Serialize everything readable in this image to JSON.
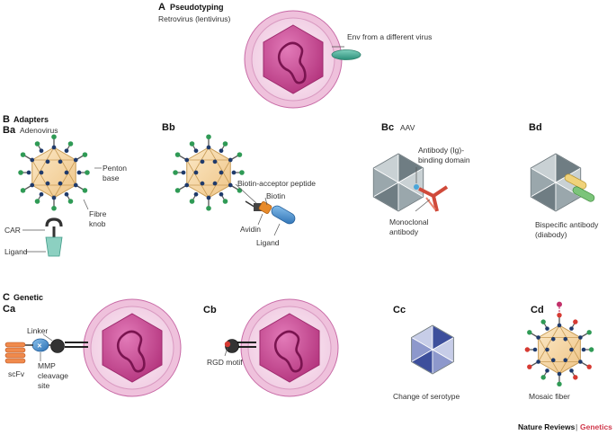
{
  "panelA": {
    "letter": "A",
    "title": "Pseudotyping",
    "subtitle": "Retrovirus (lentivirus)",
    "env_label": "Env from a different virus"
  },
  "panelB": {
    "letter": "B",
    "title": "Adapters",
    "ba": {
      "letter": "Ba",
      "title": "Adenovirus",
      "penton_base": [
        "Penton",
        "base"
      ],
      "fibre_knob": [
        "Fibre",
        "knob"
      ],
      "car": "CAR",
      "ligand": "Ligand"
    },
    "bb": {
      "letter": "Bb",
      "biotin_acceptor": "Biotin-acceptor peptide",
      "biotin": "Biotin",
      "avidin": "Avidin",
      "ligand": "Ligand"
    },
    "bc": {
      "letter": "Bc",
      "title": "AAV",
      "antibody": [
        "Antibody (Ig)-",
        "binding domain"
      ],
      "monoclonal": [
        "Monoclonal",
        "antibody"
      ]
    },
    "bd": {
      "letter": "Bd",
      "bispecific": [
        "Bispecific antibody",
        "(diabody)"
      ]
    }
  },
  "panelC": {
    "letter": "C",
    "title": "Genetic",
    "ca": {
      "letter": "Ca",
      "linker": "Linker",
      "scfv": "scFv",
      "mmp": [
        "MMP",
        "cleavage",
        "site"
      ]
    },
    "cb": {
      "letter": "Cb",
      "rgd": "RGD motif"
    },
    "cc": {
      "letter": "Cc",
      "serotype": "Change of serotype"
    },
    "cd": {
      "letter": "Cd",
      "mosaic": "Mosaic fiber"
    }
  },
  "footer": {
    "journal": "Nature Reviews",
    "separator": "|",
    "section": "Genetics"
  },
  "colors": {
    "envelope_outer": "#f3d3e6",
    "envelope_ring": "#c0559a",
    "capsid_magenta": "#c5428e",
    "env_teal": "#3aa58f",
    "adeno_capsid": "#f6d7a4",
    "penton_navy": "#1f3a6b",
    "fibre_green": "#2f9a55",
    "aav_grey": "#8d9aa0",
    "antibody_red": "#d04a3a",
    "avidin_orange": "#e78a2a",
    "ligand_blue": "#3a85c5",
    "serotype_blue": "#5061a8",
    "brand_red": "#d0384b"
  }
}
